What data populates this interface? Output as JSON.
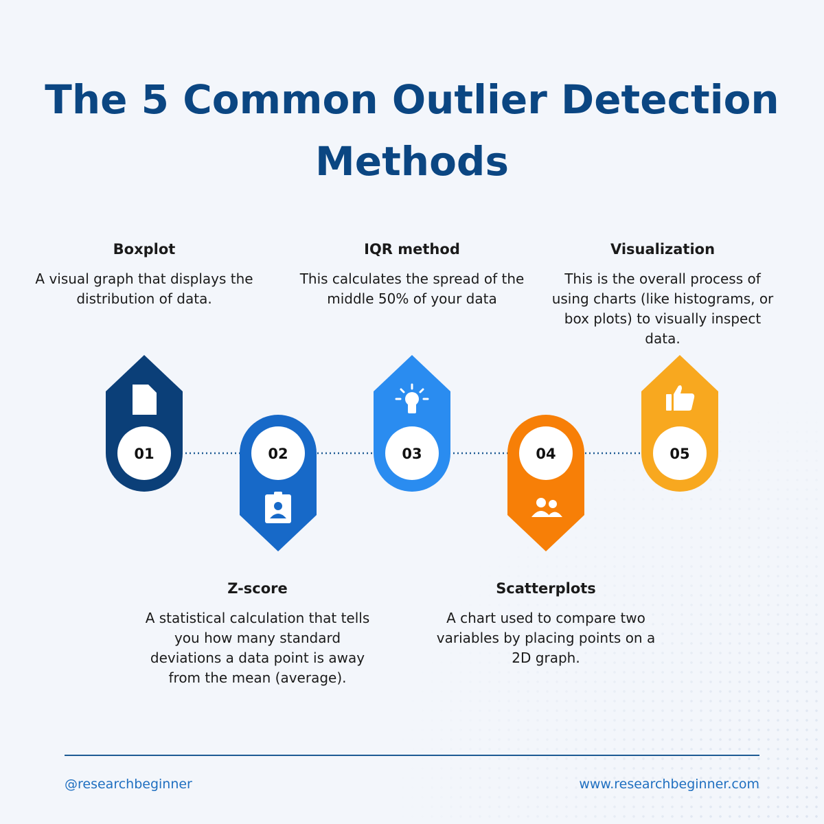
{
  "title": "The 5 Common Outlier Detection Methods",
  "steps": [
    {
      "number": "01",
      "heading": "Boxplot",
      "text": "A visual graph that displays the distribution of data.",
      "color": "#0b3f78",
      "icon": "document-icon",
      "orientation": "up"
    },
    {
      "number": "02",
      "heading": "Z-score",
      "text": "A statistical calculation that tells you how many standard deviations a data point is away from the mean (average).",
      "color": "#1769c8",
      "icon": "id-badge-icon",
      "orientation": "down"
    },
    {
      "number": "03",
      "heading": "IQR method",
      "text": "This calculates the spread of the middle 50% of your data",
      "color": "#2a8cf0",
      "icon": "lightbulb-icon",
      "orientation": "up"
    },
    {
      "number": "04",
      "heading": "Scatterplots",
      "text": "A chart used to compare two variables by placing points on a 2D graph.",
      "color": "#f77f07",
      "icon": "users-icon",
      "orientation": "down"
    },
    {
      "number": "05",
      "heading": "Visualization",
      "text": "This is the overall process of using charts (like histograms, or box plots) to visually inspect data.",
      "color": "#f8a81f",
      "icon": "thumbs-up-icon",
      "orientation": "up"
    }
  ],
  "footer": {
    "handle": "@researchbeginner",
    "website": "www.researchbeginner.com"
  },
  "colors": {
    "title": "#0b4682",
    "footer_text": "#1f6fc0",
    "connector": "#1d5a94"
  }
}
